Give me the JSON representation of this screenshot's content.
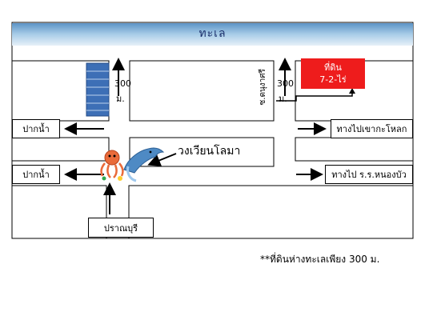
{
  "sea": {
    "label": "ทะเล",
    "color_top": "#6fa3cf",
    "color_bottom": "#dbe9f5"
  },
  "distance_left": {
    "value": "300",
    "unit": "ม."
  },
  "distance_right": {
    "value": "300",
    "unit": "ม."
  },
  "street_label": "ซ.ดนุงาศรี",
  "land": {
    "line1": "ที่ดิน",
    "line2": "7-2-ไร่",
    "color": "#ee1c1c"
  },
  "destinations": {
    "left_upper": "ปากน้ำ",
    "left_lower": "ปากน้ำ",
    "right_upper": "ทางไปเขากะโหลก",
    "right_lower": "ทางไป ร.ร.หนองบัว",
    "bottom": "ปราณบุรี"
  },
  "roundabout": {
    "label": "วงเวียนโลมา"
  },
  "note": "**ที่ดินห่างทะเลเพียง  300 ม."
}
